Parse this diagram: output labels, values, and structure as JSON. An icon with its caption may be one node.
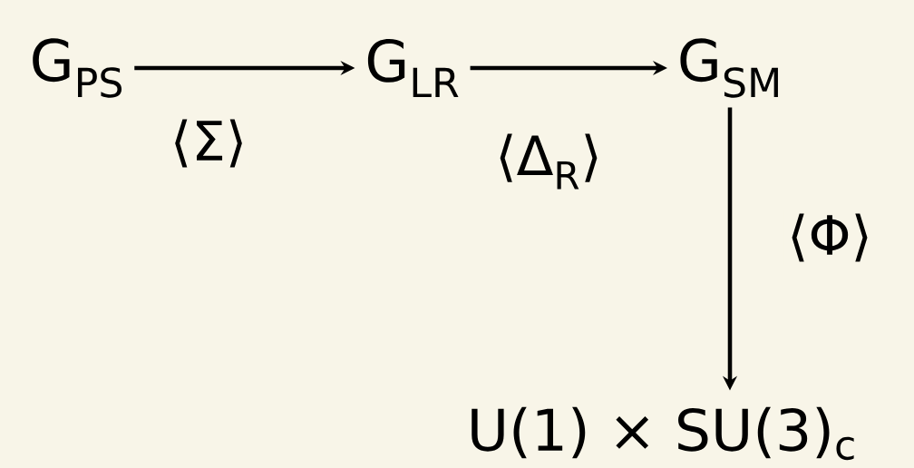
{
  "diagram": {
    "nodes": [
      {
        "text": [
          "G$_{PS}$"
        ]
      },
      {
        "text": [
          "G$_{LR}$"
        ]
      },
      {
        "text": [
          "G$_{SM}$"
        ]
      },
      {
        "text": [
          "U(1) × SU(3)$_{c}$"
        ]
      }
    ],
    "edges": [
      {
        "from": 0,
        "to": 1,
        "arrow": "to",
        "label": "⟨Σ⟩"
      },
      {
        "from": 1,
        "to": 2,
        "arrow": "to",
        "label": "⟨Δ$_{R}$⟩"
      },
      {
        "from": 2,
        "to": 3,
        "arrow": "to",
        "label": "⟨Φ⟩"
      }
    ]
  }
}
